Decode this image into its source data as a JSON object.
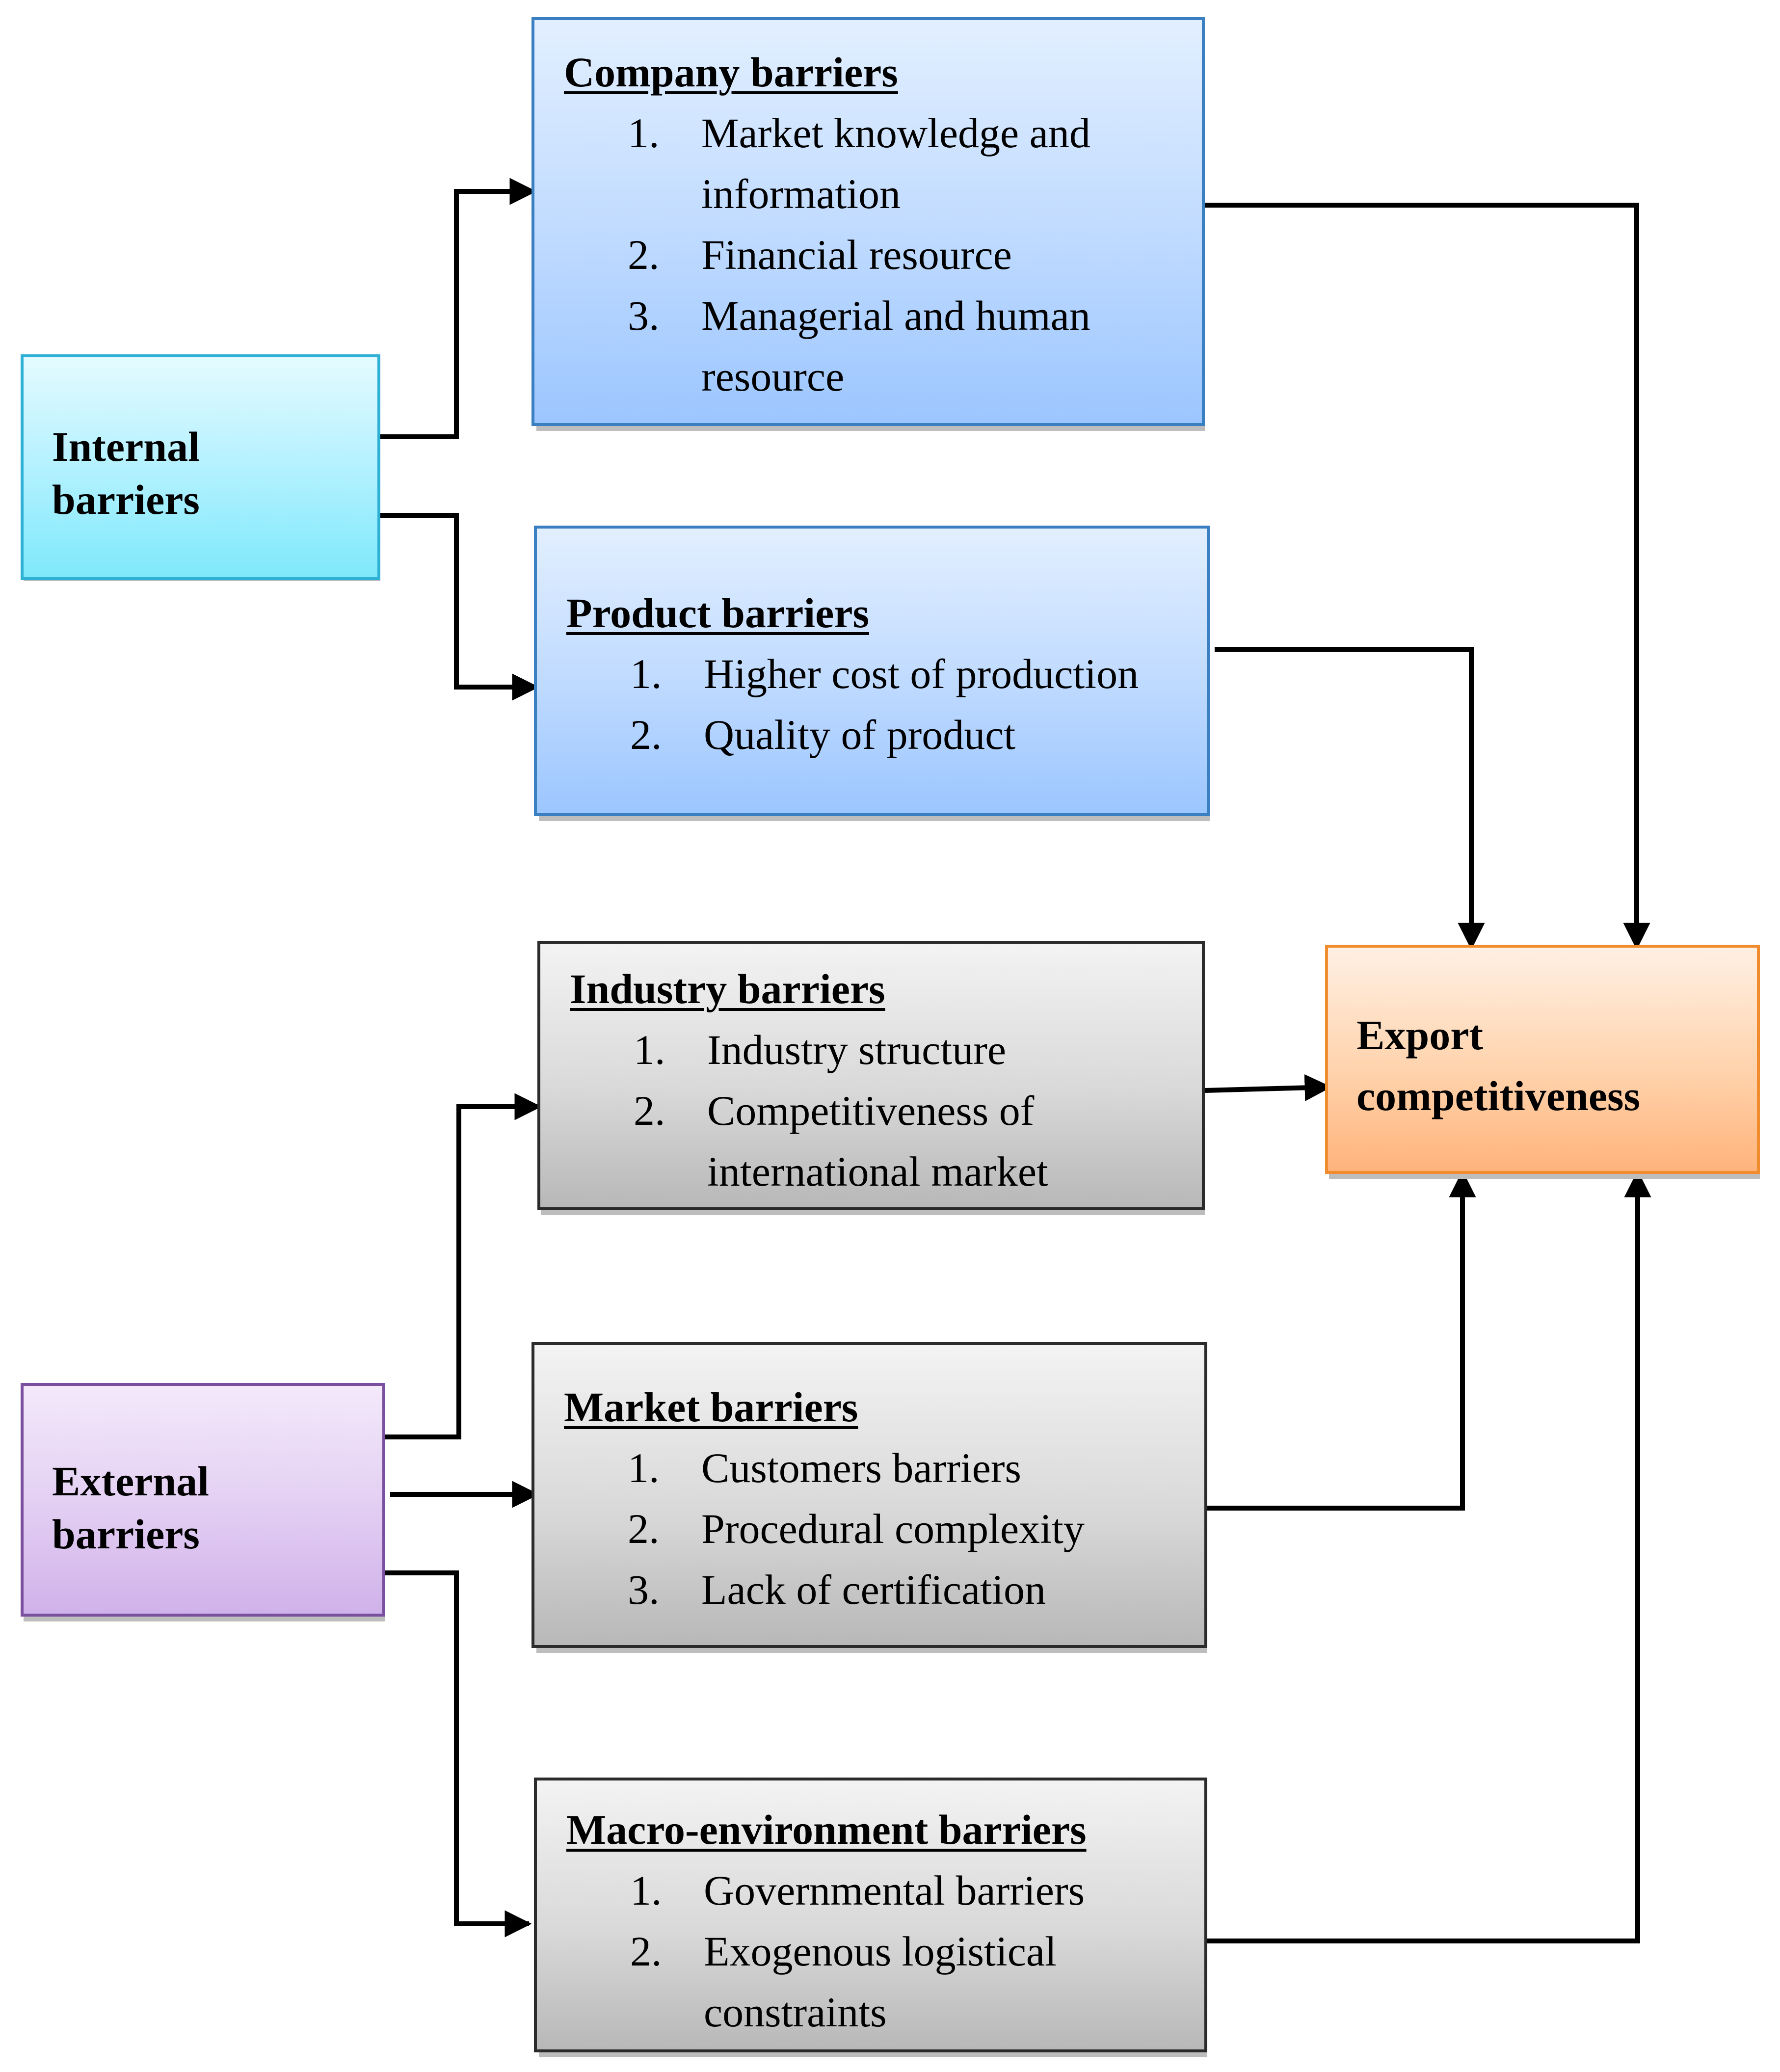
{
  "internal": {
    "title_line1": "Internal",
    "title_line2": "barriers"
  },
  "external": {
    "title_line1": "External",
    "title_line2": "barriers"
  },
  "company": {
    "heading": "Company barriers",
    "items": [
      {
        "num": "1.",
        "lines": [
          "Market knowledge and",
          "information"
        ]
      },
      {
        "num": "2.",
        "lines": [
          "Financial resource"
        ]
      },
      {
        "num": "3.",
        "lines": [
          "Managerial and human",
          "resource"
        ]
      }
    ]
  },
  "product": {
    "heading": "Product barriers",
    "items": [
      {
        "num": "1.",
        "lines": [
          "Higher cost of production"
        ]
      },
      {
        "num": "2.",
        "lines": [
          "Quality of product"
        ]
      }
    ]
  },
  "industry": {
    "heading": "Industry barriers",
    "items": [
      {
        "num": "1.",
        "lines": [
          "Industry structure"
        ]
      },
      {
        "num": "2.",
        "lines": [
          "Competitiveness of",
          "international market"
        ]
      }
    ]
  },
  "market": {
    "heading": "Market barriers",
    "items": [
      {
        "num": "1.",
        "lines": [
          "Customers barriers"
        ]
      },
      {
        "num": "2.",
        "lines": [
          "Procedural complexity"
        ]
      },
      {
        "num": "3.",
        "lines": [
          "Lack of certification"
        ]
      }
    ]
  },
  "macro": {
    "heading": "Macro-environment barriers",
    "items": [
      {
        "num": "1.",
        "lines": [
          "Governmental barriers"
        ]
      },
      {
        "num": "2.",
        "lines": [
          "Exogenous logistical",
          "constraints"
        ]
      }
    ]
  },
  "export": {
    "title_line1": "Export",
    "title_line2": "competitiveness"
  },
  "colors": {
    "blue_border": "#3b7fc3",
    "cyan_border": "#2fb1d6",
    "purple_border": "#7a4f9e",
    "gray_border": "#2b2b2b",
    "orange_border": "#f08c2e",
    "arrow": "#000000"
  }
}
